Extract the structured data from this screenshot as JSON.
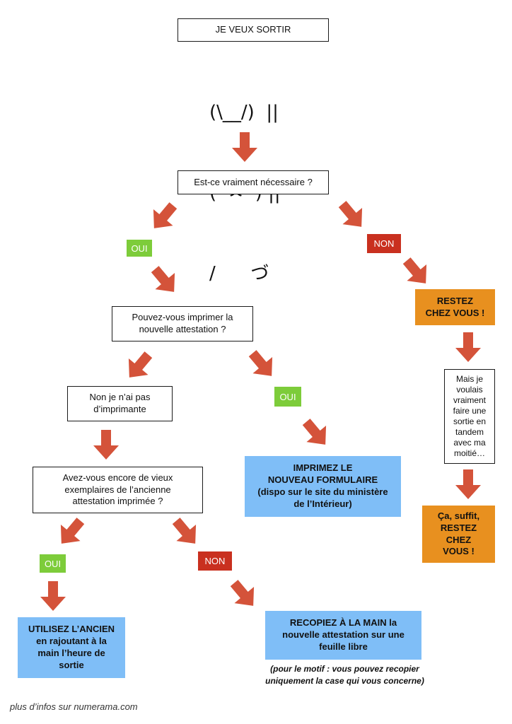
{
  "title": "JE VEUX SORTIR",
  "ascii": {
    "line1": "(\\__/)  ||",
    "line2": "(•ㅅ•) ||",
    "line3": "/      づ"
  },
  "q_necessary": "Est-ce vraiment nécessaire ?",
  "tag_oui_1": "OUI",
  "tag_non_1": "NON",
  "stay_home": [
    "RESTEZ",
    "CHEZ VOUS !"
  ],
  "q_print": [
    "Pouvez-vous imprimer la",
    "nouvelle attestation ?"
  ],
  "no_printer": [
    "Non je n’ai pas",
    "d’imprimante"
  ],
  "tag_oui_2": "OUI",
  "print_new": [
    "IMPRIMEZ LE",
    "NOUVEAU FORMULAIRE",
    "(dispo sur le site du ministère",
    "de l’Intérieur)"
  ],
  "tandem": [
    "Mais je",
    "voulais",
    "vraiment",
    "faire une",
    "sortie en",
    "tandem",
    "avec ma",
    "moitié…"
  ],
  "q_old": [
    "Avez-vous encore de vieux",
    "exemplaires de l’ancienne",
    "attestation imprimée ?"
  ],
  "enough": [
    "Ça, suffit,",
    "RESTEZ",
    "CHEZ",
    "VOUS !"
  ],
  "tag_oui_3": "OUI",
  "tag_non_3": "NON",
  "use_old": [
    "UTILISEZ L’ANCIEN",
    "en rajoutant à la",
    "main l’heure de",
    "sortie"
  ],
  "copy_hand": [
    "RECOPIEZ À LA MAIN la",
    "nouvelle attestation sur une",
    "feuille libre"
  ],
  "copy_note": [
    "(pour le motif : vous pouvez recopier",
    "uniquement la case qui vous concerne)"
  ],
  "footer": "plus d’infos sur numerama.com",
  "colors": {
    "arrow": "#d4533a",
    "oui": "#7dcc3a",
    "non": "#c9301f",
    "action": "#7fbef7",
    "stay": "#e8901f"
  }
}
